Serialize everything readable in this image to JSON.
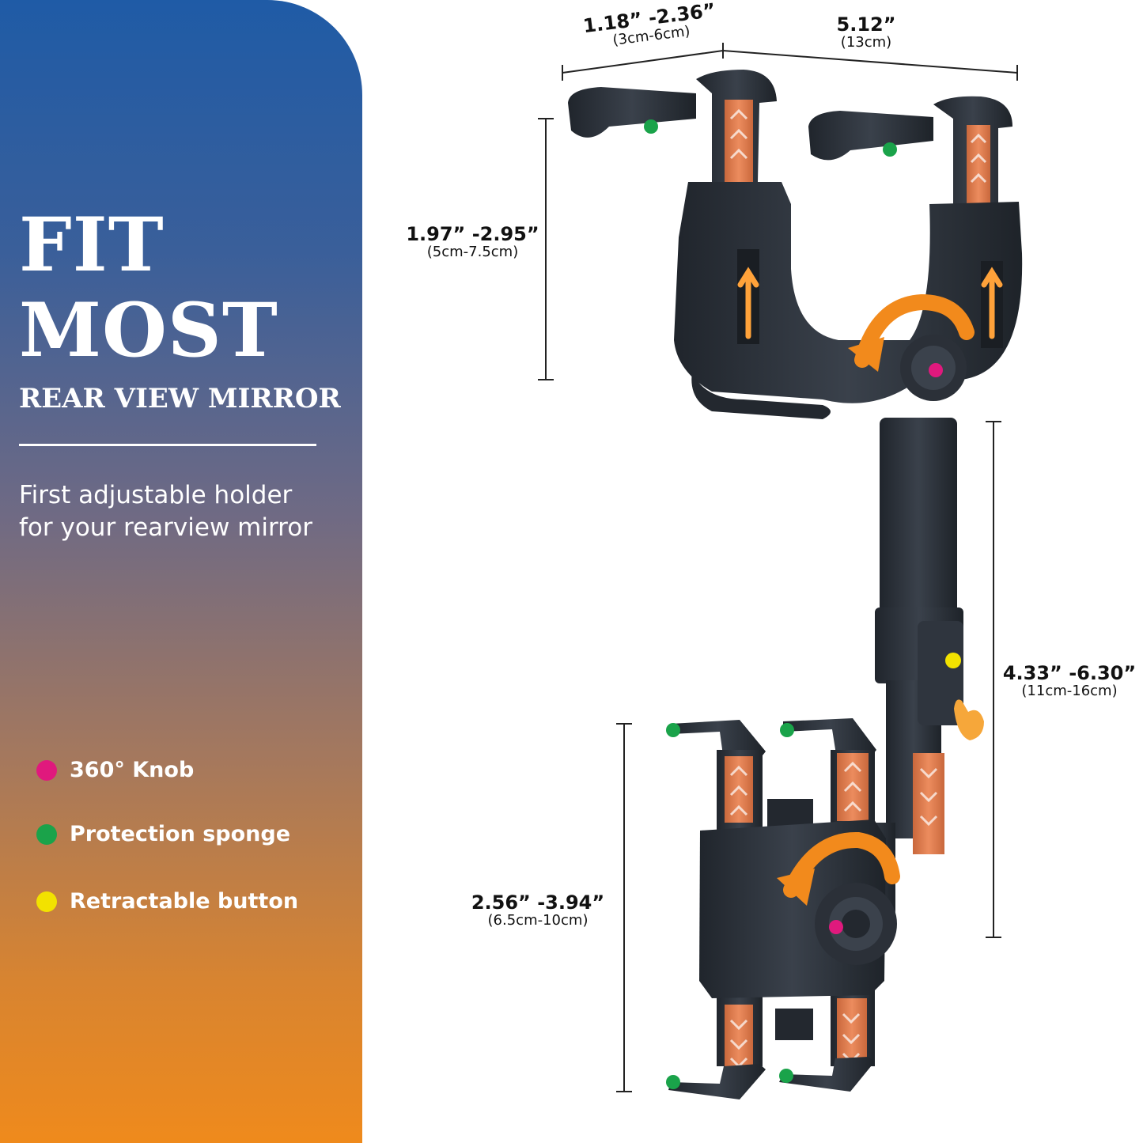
{
  "headline": {
    "line1": "FIT",
    "line2": "MOST",
    "line3": "REAR VIEW MIRROR"
  },
  "tagline": {
    "line1": "First adjustable holder",
    "line2": "for your rearview mirror"
  },
  "legend": [
    {
      "label": "360° Knob",
      "color": "#e0197d"
    },
    {
      "label": "Protection sponge",
      "color": "#1aa34a"
    },
    {
      "label": "Retractable button",
      "color": "#f2e200"
    }
  ],
  "dimensions": {
    "clip_depth": {
      "inch": "1.18” -2.36”",
      "cm": "(3cm-6cm)"
    },
    "clip_span": {
      "inch": "5.12”",
      "cm": "(13cm)"
    },
    "mirror_height": {
      "inch": "1.97” -2.95”",
      "cm": "(5cm-7.5cm)"
    },
    "arm_length": {
      "inch": "4.33” -6.30”",
      "cm": "(11cm-16cm)"
    },
    "phone_width": {
      "inch": "2.56” -3.94”",
      "cm": "(6.5cm-10cm)"
    }
  },
  "colors": {
    "body": "#2b3038",
    "pad": "#e07a4a",
    "arrow": "#f28a1c"
  }
}
